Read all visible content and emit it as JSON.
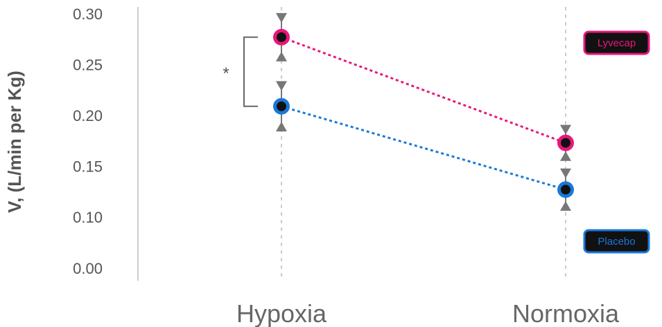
{
  "chart_data": {
    "type": "line",
    "categories": [
      "Hypoxia",
      "Normoxia"
    ],
    "ylabel": "V, (L/min per Kg)",
    "yticks": [
      "0.30",
      "0.25",
      "0.20",
      "0.15",
      "0.10",
      "0.00"
    ],
    "series": [
      {
        "name": "Lyvecap",
        "color": "#e8177a",
        "values": [
          0.277,
          0.173
        ],
        "err": [
          0.019,
          0.013
        ]
      },
      {
        "name": "Placebo",
        "color": "#1a78d8",
        "values": [
          0.209,
          0.127
        ],
        "err": [
          0.02,
          0.016
        ]
      }
    ],
    "significance": {
      "label": "*",
      "between": [
        "Lyvecap",
        "Placebo"
      ],
      "category": "Hypoxia"
    }
  }
}
